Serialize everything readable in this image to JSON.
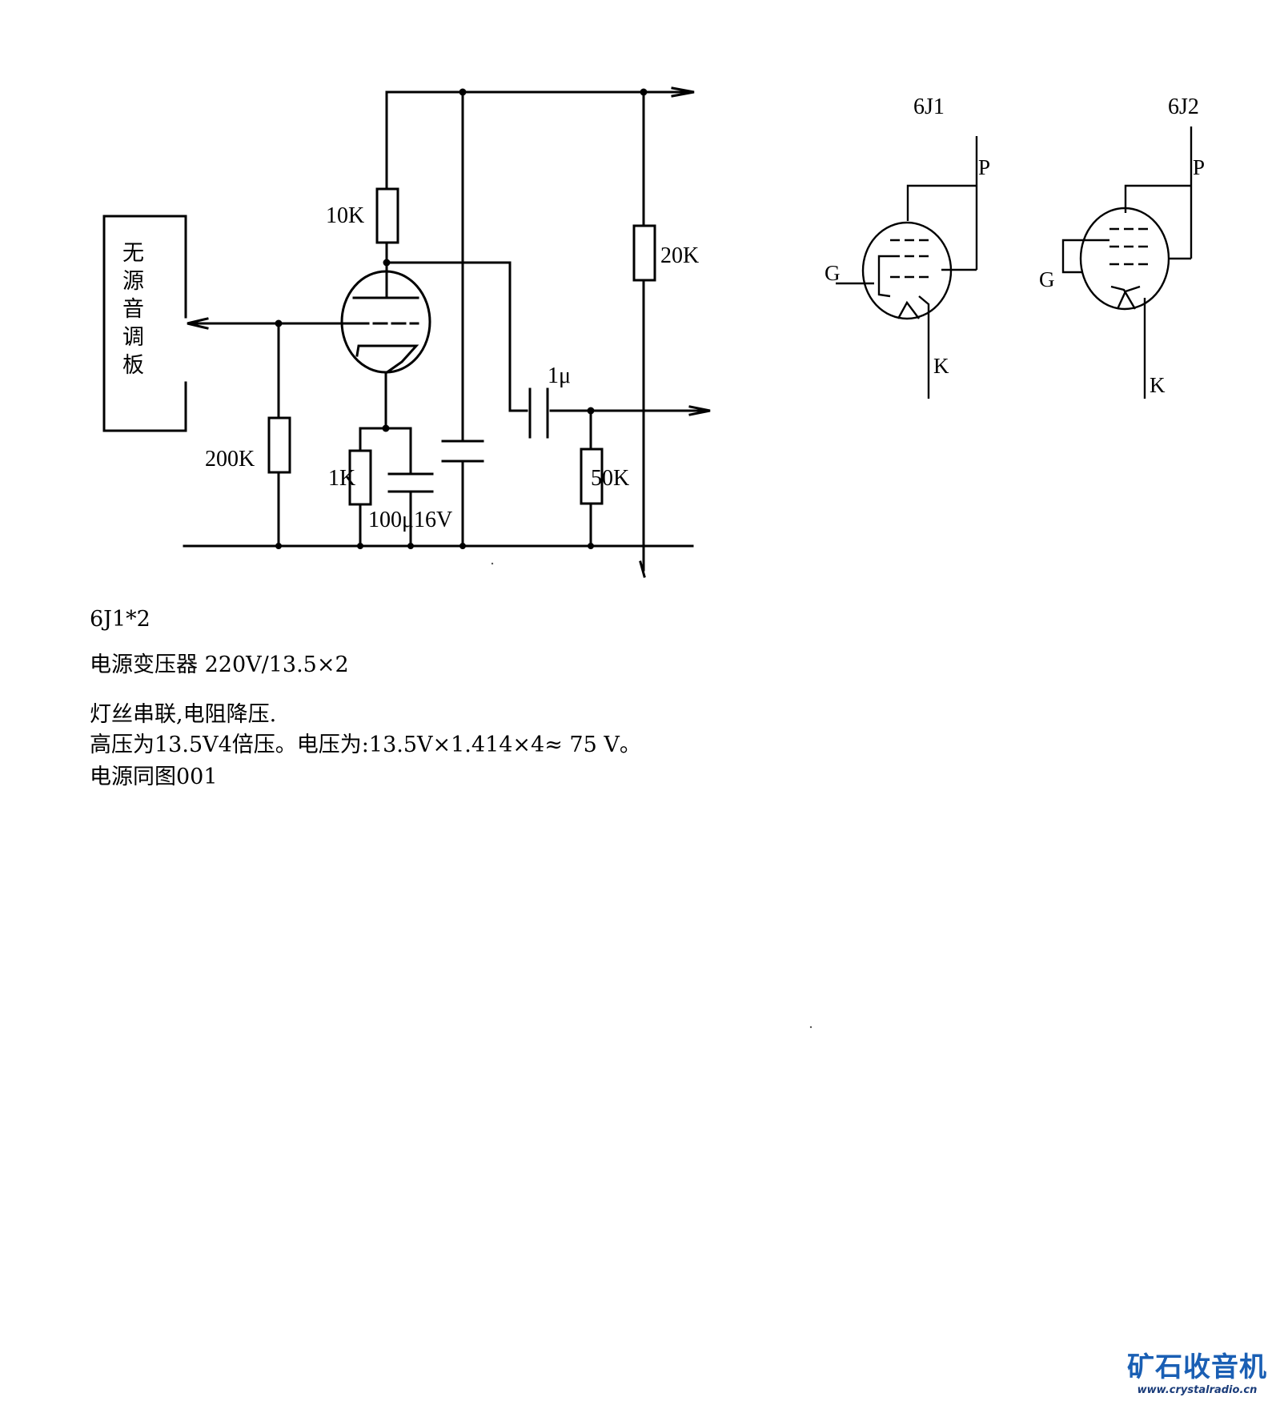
{
  "labels": {
    "r_plate": "10K",
    "r_grid": "200K",
    "r_cathode": "1K",
    "c_cathode": "100μ16V",
    "c_coupling": "1μ",
    "r_divider": "20K",
    "r_output": "50K"
  },
  "tone_board": [
    "无",
    "源",
    "音",
    "调",
    "板"
  ],
  "tube1": {
    "name": "6J1",
    "pin_p": "P",
    "pin_g": "G",
    "pin_k": "K"
  },
  "tube2": {
    "name": "6J2",
    "pin_p": "P",
    "pin_g": "G",
    "pin_k": "K"
  },
  "notes": {
    "line1": "6J1*2",
    "line2": "电源变压器 220V/13.5×2",
    "line3": "灯丝串联,电阻降压.",
    "line4": "高压为13.5V4倍压。电压为:13.5V×1.414×4≈ 75 V。",
    "line5": "电源同图001"
  },
  "watermark": {
    "title": "矿石收音机",
    "url": "www.crystalradio.cn",
    "color": "#1a5fb4"
  }
}
